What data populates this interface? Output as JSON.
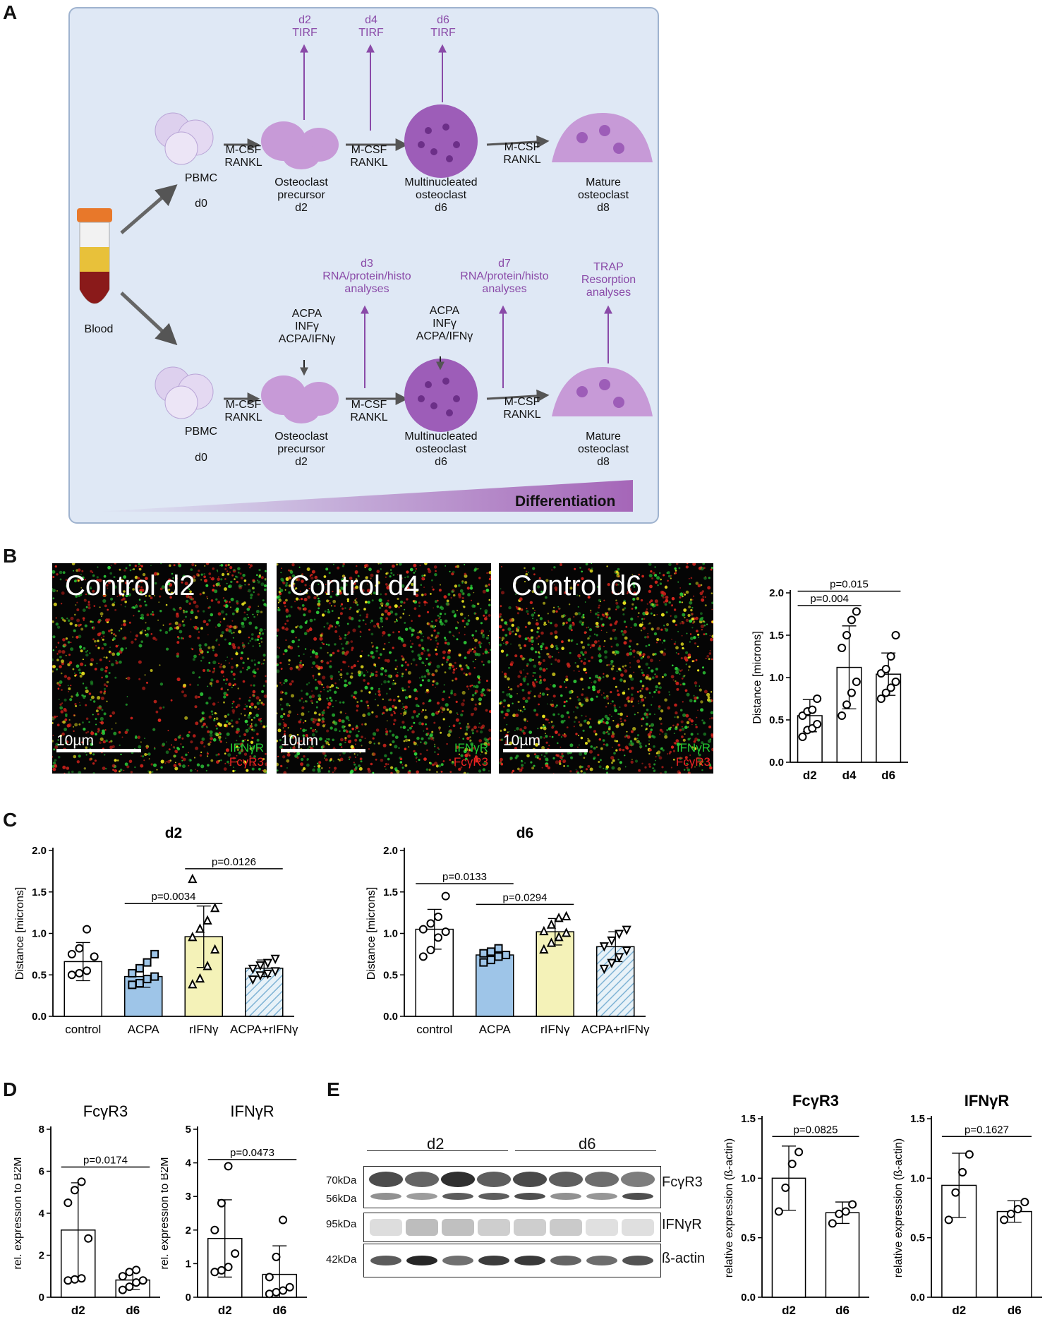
{
  "panels": {
    "a": "A",
    "b": "B",
    "c": "C",
    "d": "D",
    "e": "E"
  },
  "schema": {
    "blood": "Blood",
    "top": {
      "tirf": [
        {
          "day": "d2",
          "label": "TIRF"
        },
        {
          "day": "d4",
          "label": "TIRF"
        },
        {
          "day": "d6",
          "label": "TIRF"
        }
      ],
      "pbmc": "PBMC",
      "d0": "d0",
      "arrow1": [
        "M-CSF",
        "RANKL"
      ],
      "arrow2": [
        "M-CSF",
        "RANKL"
      ],
      "arrow3": [
        "M-CSF",
        "RANKL"
      ],
      "precursor": [
        "Osteoclast",
        "precursor",
        "d2"
      ],
      "multi": [
        "Multinucleated",
        "osteoclast",
        "d6"
      ],
      "mature": [
        "Mature",
        "osteoclast",
        "d8"
      ]
    },
    "bottom": {
      "a1": [
        "d3",
        "RNA/protein/histo",
        "analyses"
      ],
      "a2": [
        "d7",
        "RNA/protein/histo",
        "analyses"
      ],
      "a3": [
        "TRAP",
        "Resorption",
        "analyses"
      ],
      "treat1": [
        "ACPA",
        "INFγ",
        "ACPA/IFNγ"
      ],
      "treat2": [
        "ACPA",
        "INFγ",
        "ACPA/IFNγ"
      ],
      "pbmc": "PBMC",
      "d0": "d0",
      "arrow1": [
        "M-CSF",
        "RANKL"
      ],
      "arrow2": [
        "M-CSF",
        "RANKL"
      ],
      "arrow3": [
        "M-CSF",
        "RANKL"
      ],
      "precursor": [
        "Osteoclast",
        "precursor",
        "d2"
      ],
      "multi": [
        "Multinucleated",
        "osteoclast",
        "d6"
      ],
      "mature": [
        "Mature",
        "osteoclast",
        "d8"
      ]
    },
    "differentiation": "Differentiation"
  },
  "micrographs": [
    {
      "title": "Control d2",
      "scale": "10µm",
      "legend1": "IFNγR",
      "legend2": "FcγR3"
    },
    {
      "title": "Control d4",
      "scale": "10µm",
      "legend1": "IFNγR",
      "legend2": "FcγR3"
    },
    {
      "title": "Control d6",
      "scale": "10µm",
      "legend1": "IFNγR",
      "legend2": "FcγR3"
    }
  ],
  "blot": {
    "groups": [
      "d2",
      "d6"
    ],
    "left_labels": [
      "70kDa",
      "56kDa",
      "95kDa",
      "42kDa"
    ],
    "right_labels": [
      "FcγR3",
      "IFNγR",
      "ß-actin"
    ]
  },
  "chart_data": [
    {
      "id": "B",
      "type": "bar",
      "title": "",
      "ylabel": "Distance [microns]",
      "ylim": [
        0,
        2.0
      ],
      "yticks": [
        "0.0",
        "0.5",
        "1.0",
        "1.5",
        "2.0"
      ],
      "categories": [
        "d2",
        "d4",
        "d6"
      ],
      "values": [
        0.55,
        1.12,
        1.04
      ],
      "errors": [
        0.19,
        0.49,
        0.25
      ],
      "fills": [
        "#ffffff",
        "#ffffff",
        "#ffffff"
      ],
      "markers": [
        "circle",
        "circle",
        "circle"
      ],
      "points": [
        [
          0.3,
          0.38,
          0.4,
          0.45,
          0.55,
          0.6,
          0.62,
          0.75
        ],
        [
          0.55,
          0.68,
          0.82,
          0.95,
          1.35,
          1.5,
          1.68,
          1.78
        ],
        [
          0.75,
          0.82,
          0.88,
          0.95,
          1.05,
          1.1,
          1.25,
          1.5
        ]
      ],
      "sig": [
        {
          "from": 0,
          "to": 1,
          "label": "p=0.004",
          "y": 1.85
        },
        {
          "from": 0,
          "to": 2,
          "label": "p=0.015",
          "y": 2.02
        }
      ]
    },
    {
      "id": "C1",
      "type": "bar",
      "title": "d2",
      "ylabel": "Distance [microns]",
      "ylim": [
        0,
        2.0
      ],
      "yticks": [
        "0.0",
        "0.5",
        "1.0",
        "1.5",
        "2.0"
      ],
      "categories": [
        "control",
        "ACPA",
        "rIFNγ",
        "ACPA+rIFNγ"
      ],
      "values": [
        0.66,
        0.48,
        0.96,
        0.58
      ],
      "errors": [
        0.23,
        0.13,
        0.37,
        0.1
      ],
      "fills": [
        "#ffffff",
        "#9ec5e8",
        "#f4f2b8",
        "hatch"
      ],
      "markers": [
        "circle",
        "square",
        "triangle",
        "tri-down"
      ],
      "points": [
        [
          0.5,
          0.52,
          0.55,
          0.72,
          0.75,
          0.82,
          1.05
        ],
        [
          0.38,
          0.4,
          0.45,
          0.48,
          0.52,
          0.58,
          0.65,
          0.75
        ],
        [
          0.38,
          0.45,
          0.6,
          0.8,
          0.95,
          1.05,
          1.15,
          1.3,
          1.65
        ],
        [
          0.45,
          0.5,
          0.52,
          0.55,
          0.58,
          0.62,
          0.65,
          0.7
        ]
      ],
      "sig": [
        {
          "from": 1,
          "to": 2,
          "label": "p=0.0034",
          "y": 1.36
        },
        {
          "from": 2,
          "to": 3,
          "label": "p=0.0126",
          "y": 1.78
        }
      ]
    },
    {
      "id": "C2",
      "type": "bar",
      "title": "d6",
      "ylabel": "Distance [microns]",
      "ylim": [
        0,
        2.0
      ],
      "yticks": [
        "0.0",
        "0.5",
        "1.0",
        "1.5",
        "2.0"
      ],
      "categories": [
        "control",
        "ACPA",
        "rIFNγ",
        "ACPA+rIFNγ"
      ],
      "values": [
        1.05,
        0.74,
        1.02,
        0.84
      ],
      "errors": [
        0.24,
        0.06,
        0.16,
        0.18
      ],
      "fills": [
        "#ffffff",
        "#9ec5e8",
        "#f4f2b8",
        "hatch"
      ],
      "markers": [
        "circle",
        "square",
        "triangle",
        "tri-down"
      ],
      "points": [
        [
          0.72,
          0.8,
          0.95,
          1.02,
          1.05,
          1.12,
          1.2,
          1.45
        ],
        [
          0.65,
          0.68,
          0.72,
          0.74,
          0.76,
          0.78,
          0.82
        ],
        [
          0.8,
          0.88,
          0.95,
          1.0,
          1.02,
          1.1,
          1.18,
          1.2
        ],
        [
          0.58,
          0.65,
          0.72,
          0.8,
          0.85,
          0.92,
          1.0,
          1.05
        ]
      ],
      "sig": [
        {
          "from": 0,
          "to": 1,
          "label": "p=0.0133",
          "y": 1.6
        },
        {
          "from": 1,
          "to": 2,
          "label": "p=0.0294",
          "y": 1.35
        }
      ]
    },
    {
      "id": "D1",
      "type": "bar",
      "title": "FcγR3",
      "ylabel": "rel. expression to B2M",
      "ylim": [
        0,
        8
      ],
      "yticks": [
        "0",
        "2",
        "4",
        "6",
        "8"
      ],
      "categories": [
        "d2",
        "d6"
      ],
      "values": [
        3.2,
        0.82
      ],
      "errors": [
        2.25,
        0.45
      ],
      "fills": [
        "#ffffff",
        "#ffffff"
      ],
      "markers": [
        "circle",
        "circle"
      ],
      "points": [
        [
          0.8,
          0.85,
          0.9,
          2.8,
          4.5,
          5.1,
          5.5
        ],
        [
          0.35,
          0.5,
          0.7,
          0.8,
          1.0,
          1.2,
          1.3
        ]
      ],
      "sig": [
        {
          "from": 0,
          "to": 1,
          "label": "p=0.0174",
          "y": 6.2
        }
      ]
    },
    {
      "id": "D2",
      "type": "bar",
      "title": "IFNγR",
      "ylabel": "rel. expression to B2M",
      "ylim": [
        0,
        5
      ],
      "yticks": [
        "0",
        "1",
        "2",
        "3",
        "4",
        "5"
      ],
      "categories": [
        "d2",
        "d6"
      ],
      "values": [
        1.75,
        0.68
      ],
      "errors": [
        1.15,
        0.85
      ],
      "fills": [
        "#ffffff",
        "#ffffff"
      ],
      "markers": [
        "circle",
        "circle"
      ],
      "points": [
        [
          0.75,
          0.8,
          0.9,
          1.3,
          2.0,
          2.8,
          3.9
        ],
        [
          0.1,
          0.15,
          0.2,
          0.3,
          0.6,
          1.2,
          2.3
        ]
      ],
      "sig": [
        {
          "from": 0,
          "to": 1,
          "label": "p=0.0473",
          "y": 4.1
        }
      ]
    },
    {
      "id": "E1",
      "type": "bar",
      "title": "FcγR3",
      "ylabel": "relative expression (ß-actin)",
      "ylim": [
        0,
        1.5
      ],
      "yticks": [
        "0.0",
        "0.5",
        "1.0",
        "1.5"
      ],
      "categories": [
        "d2",
        "d6"
      ],
      "values": [
        1.0,
        0.71
      ],
      "errors": [
        0.27,
        0.09
      ],
      "fills": [
        "#ffffff",
        "#ffffff"
      ],
      "markers": [
        "circle",
        "circle"
      ],
      "points": [
        [
          0.72,
          0.92,
          1.12,
          1.22
        ],
        [
          0.62,
          0.7,
          0.72,
          0.78
        ]
      ],
      "sig": [
        {
          "from": 0,
          "to": 1,
          "label": "p=0.0825",
          "y": 1.35
        }
      ]
    },
    {
      "id": "E2",
      "type": "bar",
      "title": "IFNγR",
      "ylabel": "relative expression (ß-actin)",
      "ylim": [
        0,
        1.5
      ],
      "yticks": [
        "0.0",
        "0.5",
        "1.0",
        "1.5"
      ],
      "categories": [
        "d2",
        "d6"
      ],
      "values": [
        0.94,
        0.72
      ],
      "errors": [
        0.27,
        0.09
      ],
      "fills": [
        "#ffffff",
        "#ffffff"
      ],
      "markers": [
        "circle",
        "circle"
      ],
      "points": [
        [
          0.65,
          0.88,
          1.05,
          1.2
        ],
        [
          0.65,
          0.7,
          0.74,
          0.8
        ]
      ],
      "sig": [
        {
          "from": 0,
          "to": 1,
          "label": "p=0.1627",
          "y": 1.35
        }
      ]
    }
  ]
}
